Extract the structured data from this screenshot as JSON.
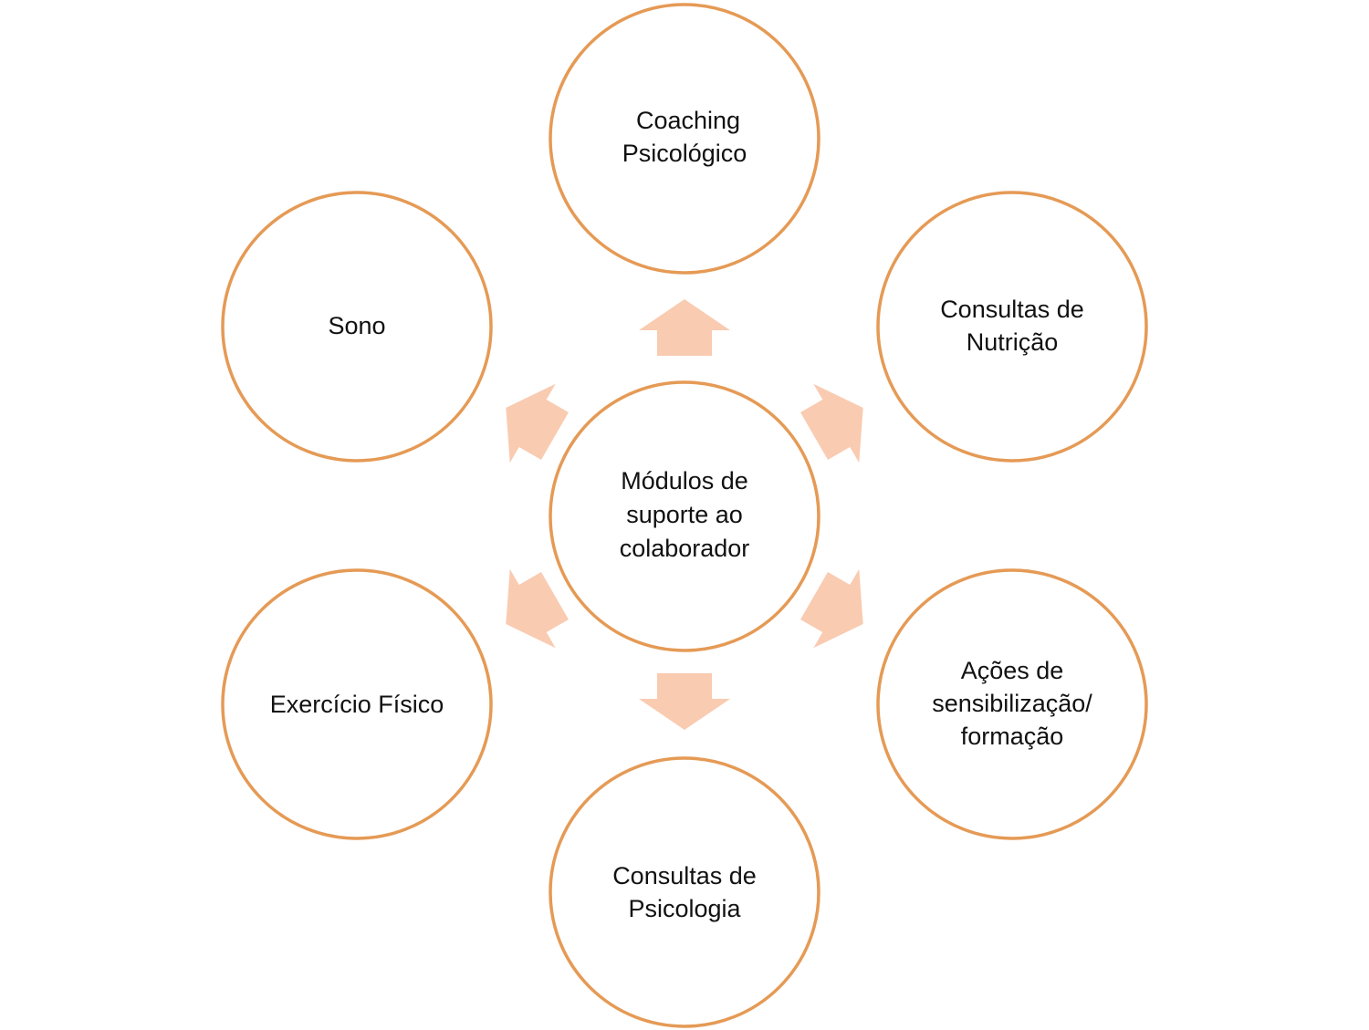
{
  "colors": {
    "circle_stroke": "#E59A55",
    "arrow_fill": "#F9CBB1",
    "text": "#111111",
    "background": "#ffffff"
  },
  "diagram": {
    "center": {
      "label_lines": [
        "Módulos de",
        "suporte ao",
        "colaborador"
      ]
    },
    "nodes": [
      {
        "id": "coaching",
        "label_lines": [
          "Coaching",
          "Psicológico"
        ]
      },
      {
        "id": "nutricao",
        "label_lines": [
          "Consultas de",
          "Nutrição"
        ]
      },
      {
        "id": "sensibilizacao",
        "label_lines": [
          "Ações de",
          "sensibilização/",
          "formação"
        ]
      },
      {
        "id": "psicologia",
        "label_lines": [
          "Consultas de",
          "Psicologia"
        ]
      },
      {
        "id": "exercicio",
        "label_lines": [
          "Exercício Físico"
        ]
      },
      {
        "id": "sono",
        "label_lines": [
          "Sono"
        ]
      }
    ]
  }
}
